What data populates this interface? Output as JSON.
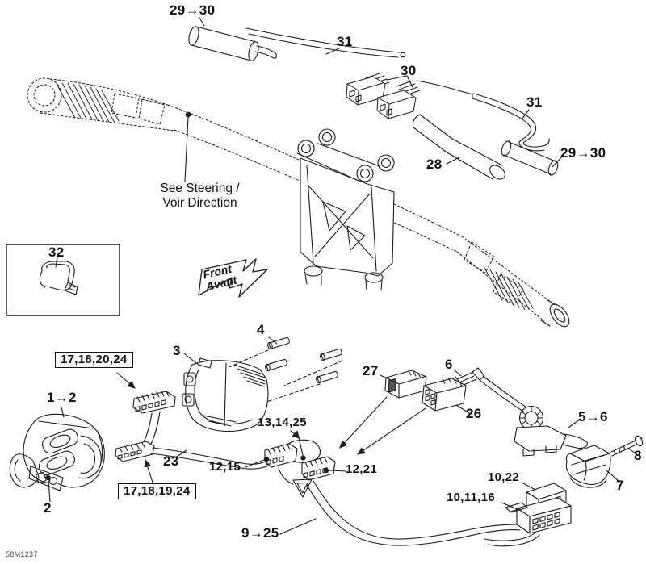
{
  "meta": {
    "doc_number": "58M1237"
  },
  "note": {
    "line1": "See Steering /",
    "line2": "Voir Direction"
  },
  "front_flag": {
    "line1": "Front",
    "line2": "Avant"
  },
  "colors": {
    "line": "#1a1a1a",
    "background": "#ffffff"
  },
  "callouts": [
    {
      "id": "29-30-top",
      "text": "29→30"
    },
    {
      "id": "31-upper",
      "text": "31"
    },
    {
      "id": "30",
      "text": "30"
    },
    {
      "id": "31-right",
      "text": "31"
    },
    {
      "id": "28",
      "text": "28"
    },
    {
      "id": "29-30-right",
      "text": "29→30"
    },
    {
      "id": "32",
      "text": "32"
    },
    {
      "id": "4",
      "text": "4"
    },
    {
      "id": "3",
      "text": "3"
    },
    {
      "id": "17-18-20-24",
      "text": "17,18,20,24"
    },
    {
      "id": "1-2",
      "text": "1→2"
    },
    {
      "id": "27",
      "text": "27"
    },
    {
      "id": "6",
      "text": "6"
    },
    {
      "id": "26",
      "text": "26"
    },
    {
      "id": "5-6",
      "text": "5→6"
    },
    {
      "id": "8",
      "text": "8"
    },
    {
      "id": "7",
      "text": "7"
    },
    {
      "id": "13-14-25",
      "text": "13,14,25"
    },
    {
      "id": "23",
      "text": "23"
    },
    {
      "id": "12-15",
      "text": "12,15"
    },
    {
      "id": "12-21",
      "text": "12,21"
    },
    {
      "id": "17-18-19-24",
      "text": "17,18,19,24"
    },
    {
      "id": "2",
      "text": "2"
    },
    {
      "id": "10-22",
      "text": "10,22"
    },
    {
      "id": "10-11-16",
      "text": "10,11,16"
    },
    {
      "id": "9-25",
      "text": "9→25"
    }
  ]
}
